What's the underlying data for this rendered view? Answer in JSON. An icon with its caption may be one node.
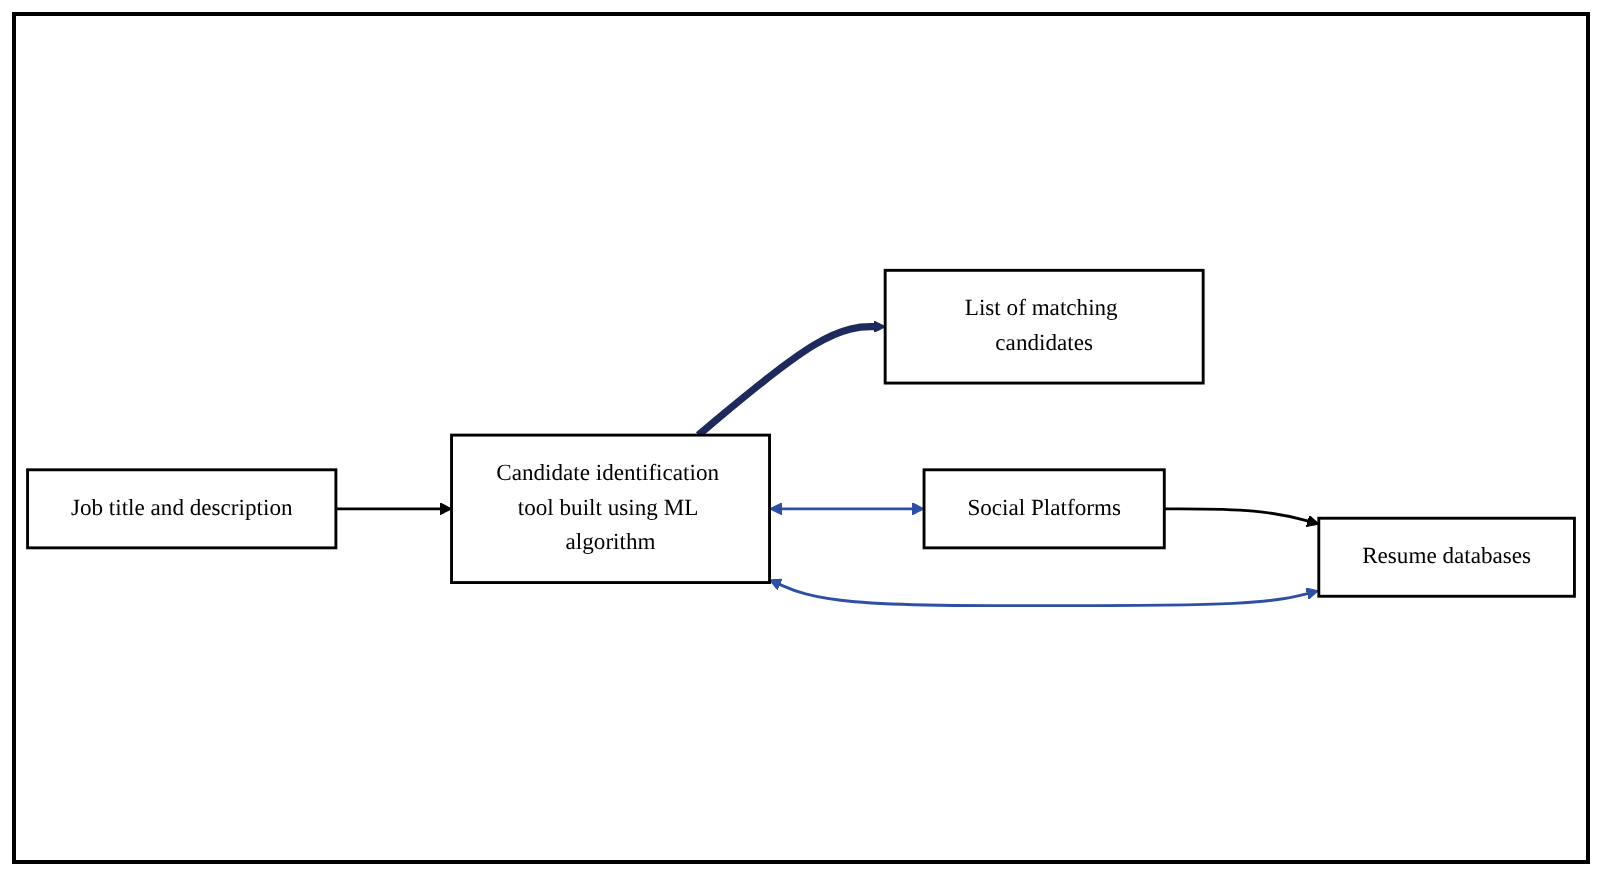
{
  "diagram": {
    "nodes": [
      {
        "text": [
          "Job title and description"
        ]
      },
      {
        "text": [
          "Candidate identification tool built using ML algorithm"
        ]
      },
      {
        "text": [
          "List of matching candidates"
        ]
      },
      {
        "text": [
          "Resume databases"
        ]
      },
      {
        "text": [
          "Social Platforms"
        ]
      }
    ],
    "edges": [
      {
        "from": 0,
        "to": 1,
        "arrow": "to"
      },
      {
        "from": 1,
        "to": 2,
        "arrow": "to",
        "style": "thick",
        "color": "#1f2a5c"
      },
      {
        "from": 3,
        "to": 1,
        "arrow": "both",
        "color": "#2e4fa3"
      },
      {
        "from": 1,
        "to": 4,
        "arrow": "both",
        "color": "#2e4fa3"
      },
      {
        "from": 4,
        "to": 3,
        "arrow": "to"
      }
    ]
  }
}
